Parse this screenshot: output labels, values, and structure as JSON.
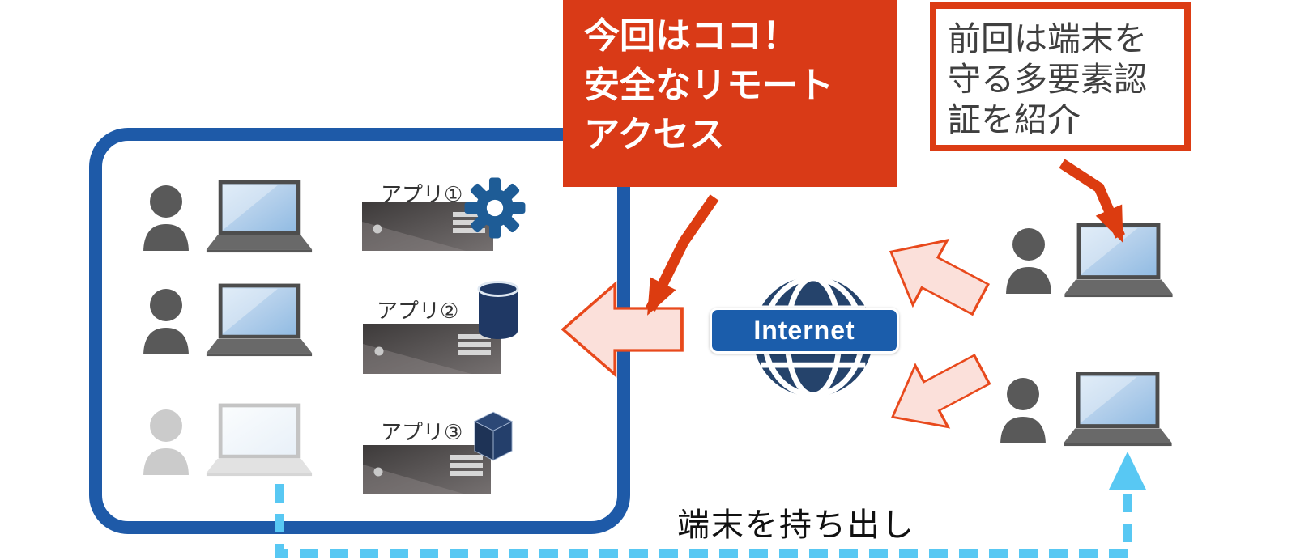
{
  "callouts": {
    "current": {
      "lines": [
        "今回はココ！",
        "安全なリモート",
        "アクセス"
      ],
      "bg": "#d93a17",
      "text_color": "#ffffff"
    },
    "previous": {
      "lines": [
        "前回は端末を",
        "守る多要素認",
        "証を紹介"
      ],
      "bg": "#ffffff",
      "border": "#dc3c14",
      "text_color": "#3f3f3f"
    }
  },
  "network": {
    "internet_label": "Internet",
    "badge_color": "#1b5dab",
    "globe_color": "#25436b"
  },
  "apps": [
    {
      "label": "アプリ①",
      "icon": "gear-icon"
    },
    {
      "label": "アプリ②",
      "icon": "database-icon"
    },
    {
      "label": "アプリ③",
      "icon": "cube-icon"
    }
  ],
  "left_zone": {
    "boundary_color": "#1e5aa8",
    "users": [
      {
        "status": "active"
      },
      {
        "status": "active"
      },
      {
        "status": "inactive"
      }
    ]
  },
  "right_zone": {
    "users": [
      {
        "status": "active"
      },
      {
        "status": "active"
      }
    ]
  },
  "bottom_note": {
    "text": "端末を持ち出し",
    "path_color": "#58c8f3"
  },
  "arrows": {
    "red_pointer_color": "#dc3c10",
    "block_arrow_fill": "#fbe0da",
    "block_arrow_stroke": "#e8491c"
  }
}
